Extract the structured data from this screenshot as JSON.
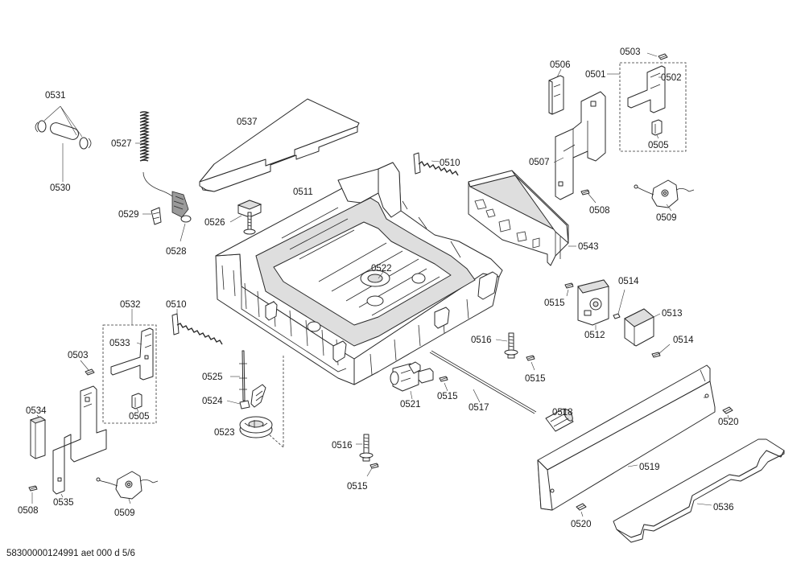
{
  "labels": {
    "p0501": "0501",
    "p0502": "0502",
    "p0503a": "0503",
    "p0503b": "0503",
    "p0505a": "0505",
    "p0505b": "0505",
    "p0506": "0506",
    "p0507": "0507",
    "p0508a": "0508",
    "p0508b": "0508",
    "p0509a": "0509",
    "p0509b": "0509",
    "p0510a": "0510",
    "p0510b": "0510",
    "p0511": "0511",
    "p0512": "0512",
    "p0513": "0513",
    "p0514a": "0514",
    "p0514b": "0514",
    "p0515a": "0515",
    "p0515b": "0515",
    "p0515c": "0515",
    "p0515d": "0515",
    "p0516a": "0516",
    "p0516b": "0516",
    "p0517": "0517",
    "p0518": "0518",
    "p0519": "0519",
    "p0520a": "0520",
    "p0520b": "0520",
    "p0521": "0521",
    "p0522": "0522",
    "p0523": "0523",
    "p0524": "0524",
    "p0525": "0525",
    "p0526": "0526",
    "p0527": "0527",
    "p0528": "0528",
    "p0529": "0529",
    "p0530": "0530",
    "p0531": "0531",
    "p0532": "0532",
    "p0533": "0533",
    "p0534": "0534",
    "p0535": "0535",
    "p0536": "0536",
    "p0537": "0537",
    "p0543": "0543"
  },
  "footer": "58300000124991 aet 000 d 5/6"
}
